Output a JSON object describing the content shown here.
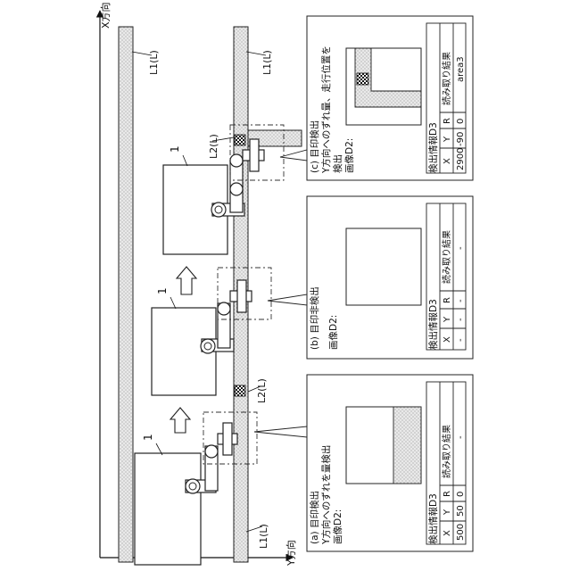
{
  "axes": {
    "x_label": "X方向",
    "y_label": "Y方向"
  },
  "lines": {
    "l1_top_left": "L1(L)",
    "l1_top_right": "L1(L)",
    "l1_bottom": "L1(L)",
    "l2_left": "L2(L)",
    "l2_right": "L2(L)"
  },
  "robot_label": "1",
  "panels": {
    "a": {
      "caption": [
        "(a) 目印検出",
        "Y方向へのずれを量検出"
      ],
      "image_label": "画像D2:",
      "info_title": "検出情報D3",
      "headers": [
        "X",
        "Y",
        "R",
        "読み取り結果"
      ],
      "values": [
        "500",
        "50",
        "0",
        "-"
      ]
    },
    "b": {
      "caption": [
        "(b) 目印非検出"
      ],
      "image_label": "画像D2:",
      "info_title": "検出情報D3",
      "headers": [
        "X",
        "Y",
        "R",
        "読み取り結果"
      ],
      "values": [
        "-",
        "-",
        "-",
        "-"
      ]
    },
    "c": {
      "caption": [
        "(c) 目印検出",
        "Y方向へのずれ量、走行位置を",
        "検出"
      ],
      "image_label": "画像D2:",
      "info_title": "検出情報D3",
      "headers": [
        "X",
        "Y",
        "R",
        "読み取り結果"
      ],
      "values": [
        "2900",
        "-90",
        "0",
        "area3"
      ]
    }
  },
  "colors": {
    "stroke": "#222222",
    "shade": "#dddddd",
    "tape_fill": "#e2e2e2"
  }
}
